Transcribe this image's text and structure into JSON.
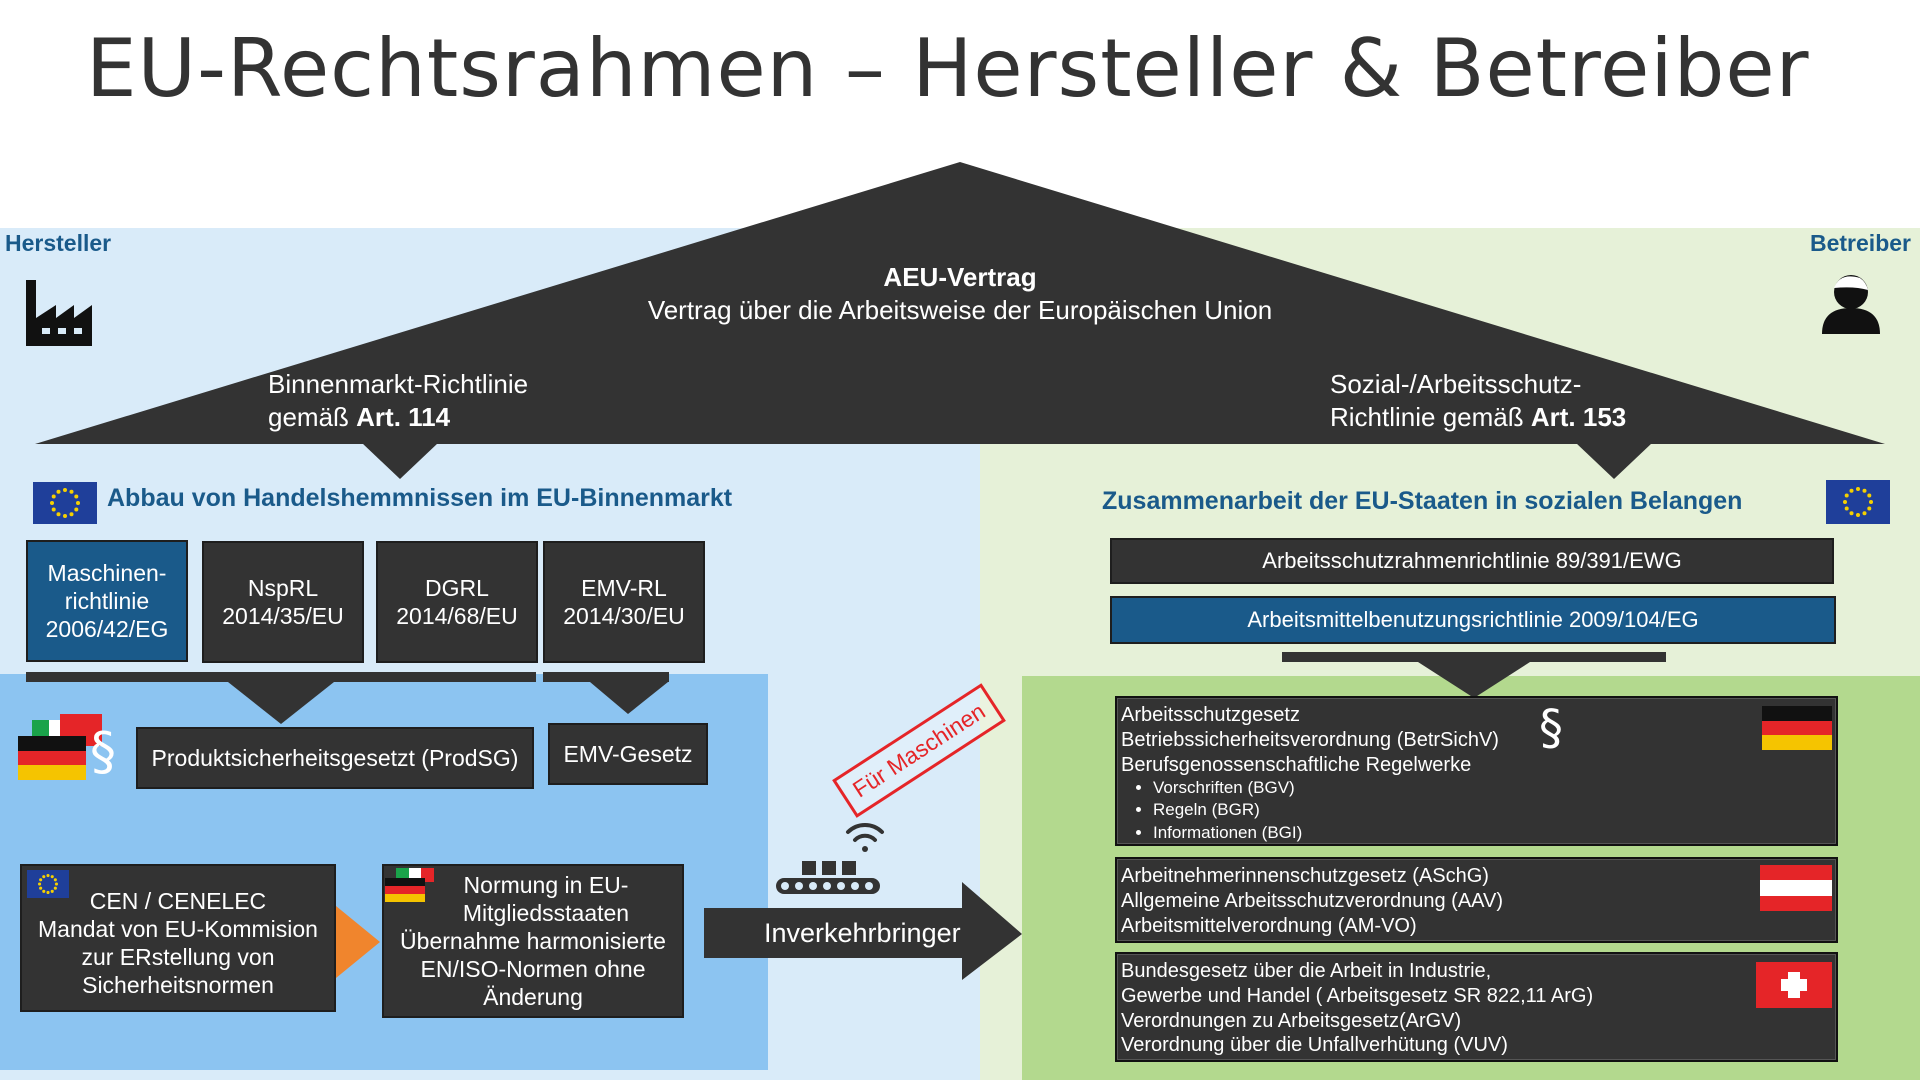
{
  "title": "EU-Rechtsrahmen – Hersteller & Betreiber",
  "colors": {
    "dark": "#333333",
    "blue": "#1a5a8a",
    "light_blue_bg": "#d9ebf9",
    "light_green_bg": "#e6f1d8",
    "mid_blue": "#8cc4f1",
    "mid_green": "#b3d98e",
    "orange": "#f0852d",
    "red": "#e52528"
  },
  "left_label": "Hersteller",
  "right_label": "Betreiber",
  "left_icon": "factory-icon",
  "right_icon": "user-icon",
  "treaty": {
    "name": "AEU-Vertrag",
    "full": "Vertrag über die Arbeitsweise der Europäischen Union"
  },
  "left_branch": {
    "line1": "Binnenmarkt-Richtlinie",
    "line2_prefix": "gemäß ",
    "line2_bold": "Art. 114"
  },
  "right_branch": {
    "line1": "Sozial-/Arbeitsschutz-",
    "line2_prefix": "Richtlinie gemäß ",
    "line2_bold": "Art. 153"
  },
  "left_heading": "Abbau von Handelshemmnissen im EU-Binnenmarkt",
  "right_heading": "Zusammenarbeit der EU-Staaten in sozialen Belangen",
  "directives": [
    {
      "line1": "Maschinen-",
      "line2": "richtlinie",
      "line3": "2006/42/EG"
    },
    {
      "line1": "NspRL",
      "line2": "2014/35/EU"
    },
    {
      "line1": "DGRL",
      "line2": "2014/68/EU"
    },
    {
      "line1": "EMV-RL",
      "line2": "2014/30/EU"
    }
  ],
  "right_directives": [
    "Arbeitsschutzrahmenrichtlinie 89/391/EWG",
    "Arbeitsmittelbenutzungsrichtlinie 2009/104/EG"
  ],
  "prodsg": "Produktsicherheitsgesetzt (ProdSG)",
  "emvg": "EMV-Gesetz",
  "paragraph_symbol": "§",
  "cen": {
    "line1": "CEN / CENELEC",
    "line2": "Mandat von EU-Kommision",
    "line3": "zur ERstellung von",
    "line4": "Sicherheitsnormen"
  },
  "normung": {
    "line1": "Normung in EU-",
    "line2": "Mitgliedsstaaten",
    "line3": "Übernahme harmonisierte",
    "line4": "EN/ISO-Normen  ohne",
    "line5": "Änderung"
  },
  "stamp": "Für Maschinen",
  "inverkehrbringer": "Inverkehrbringer",
  "germany": {
    "lines": [
      "Arbeitsschutzgesetz",
      "Betriebssicherheitsverordnung (BetrSichV)",
      "Berufsgenossenschaftliche Regelwerke"
    ],
    "bullets": [
      "Vorschriften (BGV)",
      "Regeln (BGR)",
      "Informationen (BGI)"
    ]
  },
  "austria": {
    "lines": [
      "Arbeitnehmerinnenschutzgesetz (ASchG)",
      "Allgemeine Arbeitsschutzverordnung (AAV)",
      "Arbeitsmittelverordnung (AM-VO)"
    ]
  },
  "switzerland": {
    "lines": [
      "Bundesgesetz über die Arbeit in Industrie,",
      "Gewerbe und Handel ( Arbeitsgesetz SR 822,11 ArG)",
      "Verordnungen zu Arbeitsgesetz(ArGV)",
      "Verordnung über die Unfallverhütung (VUV)"
    ]
  }
}
